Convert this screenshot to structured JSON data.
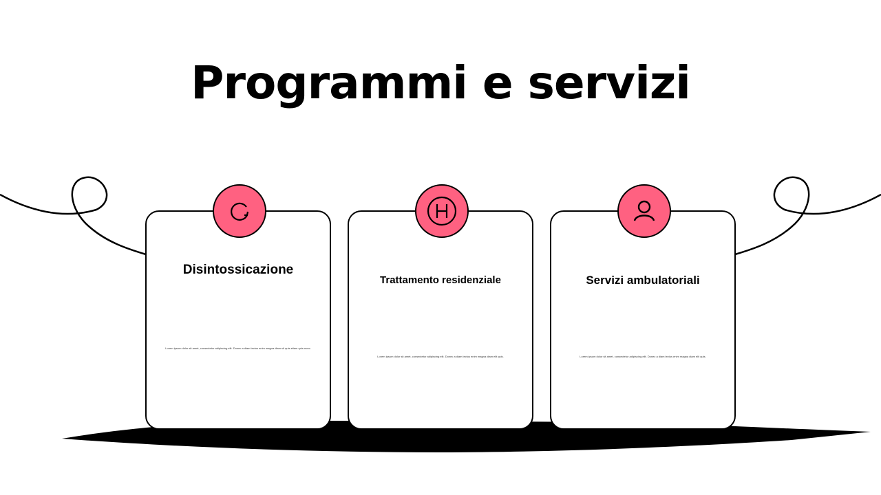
{
  "title": "Programmi e servizi",
  "accent_color": "#ff6181",
  "cards": [
    {
      "icon": "refresh-icon",
      "title": "Disintossicazione",
      "body": "Lorem ipsum dolor sit amet, consectetur adipiscing elit. Donec a diam lectus enim magna diam sit quis etiam quis nunc."
    },
    {
      "icon": "hospital-icon",
      "title": "Trattamento residenziale",
      "body": "Lorem ipsum dolor sit amet, consectetur adipiscing elit. Donec a diam lectus enim magna diam elit quis."
    },
    {
      "icon": "user-icon",
      "title": "Servizi ambulatoriali",
      "body": "Lorem ipsum dolor sit amet, consectetur adipiscing elit. Donec a diam lectus enim magna diam elit quis."
    }
  ]
}
